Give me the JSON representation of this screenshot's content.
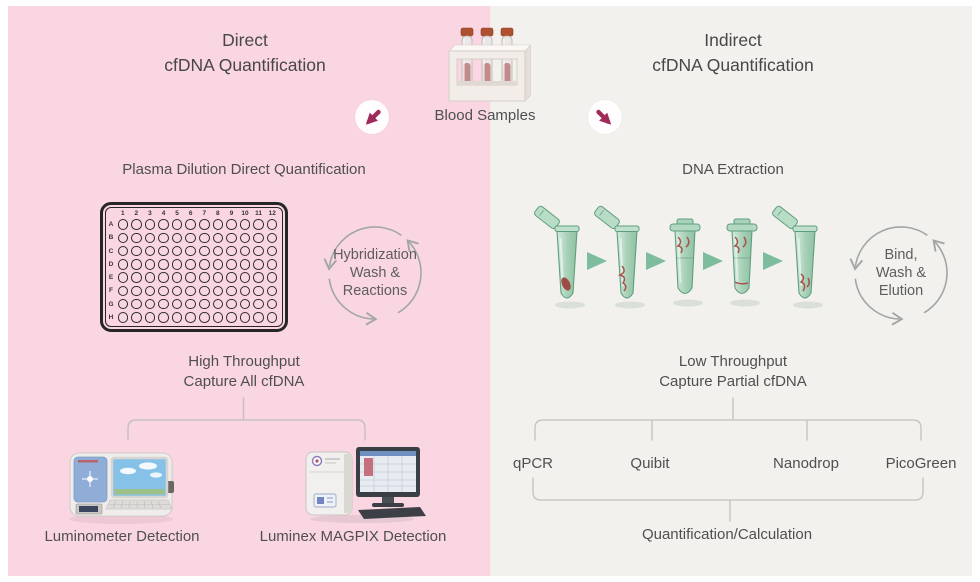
{
  "colors": {
    "left_bg": "#fad6e2",
    "right_bg": "#f2f1ee",
    "accent": "#9e2b5a",
    "text": "#4f4f4f",
    "connector_line": "#c6bfc2",
    "cycle_arrow": "#a2a7a4",
    "tube_green": "#a9ceb8",
    "tube_stroke": "#5f9e7d",
    "step_arrow_green": "#7dbc9c"
  },
  "icons": {
    "blood_samples": "test-tube-rack",
    "left_branch": "southwest-arrow",
    "right_branch": "southeast-arrow",
    "left_cycle": "circular-arrows",
    "right_cycle": "circular-arrows",
    "plate": "96-well-plate",
    "extraction": "microcentrifuge-tubes",
    "luminometer": "luminometer-instrument",
    "luminex": "magpix-instrument-with-monitor"
  },
  "center": {
    "blood_label": "Blood Samples"
  },
  "left": {
    "title_line1": "Direct",
    "title_line2": "cfDNA Quantification",
    "step1": "Plasma Dilution Direct Quantification",
    "cycle_line1": "Hybridization",
    "cycle_line2": "Wash &",
    "cycle_line3": "Reactions",
    "throughput_line1": "High Throughput",
    "throughput_line2": "Capture All cfDNA",
    "detection_left": "Luminometer Detection",
    "detection_right": "Luminex MAGPIX Detection"
  },
  "right": {
    "title_line1": "Indirect",
    "title_line2": "cfDNA Quantification",
    "step1": "DNA Extraction",
    "cycle_line1": "Bind,",
    "cycle_line2": "Wash &",
    "cycle_line3": "Elution",
    "throughput_line1": "Low Throughput",
    "throughput_line2": "Capture Partial cfDNA",
    "methods": [
      "qPCR",
      "Quibit",
      "Nanodrop",
      "PicoGreen"
    ],
    "final_label": "Quantification/Calculation"
  },
  "plate": {
    "columns": [
      "1",
      "2",
      "3",
      "4",
      "5",
      "6",
      "7",
      "8",
      "9",
      "10",
      "11",
      "12"
    ],
    "rows": [
      "A",
      "B",
      "C",
      "D",
      "E",
      "F",
      "G",
      "H"
    ]
  }
}
